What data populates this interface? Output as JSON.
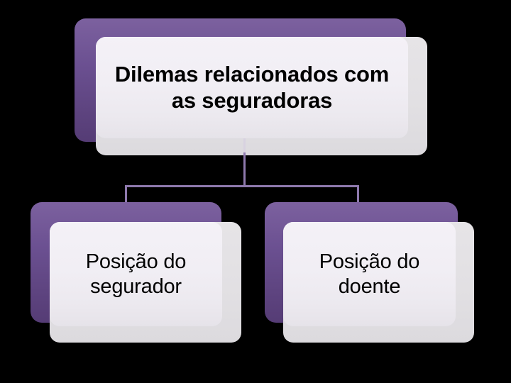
{
  "diagram": {
    "type": "hierarchy",
    "background_color": "#000000",
    "accent_color": "#6B5091",
    "connector_color": "#8E79AD",
    "card_face_color": "#F1EEF4",
    "card_shadow_color": "#E2E0E3",
    "text_color": "#000000",
    "root": {
      "label": "Dilemas relacionados com as seguradoras"
    },
    "children": [
      {
        "label": "Posição do segurador"
      },
      {
        "label": "Posição do doente"
      }
    ]
  }
}
